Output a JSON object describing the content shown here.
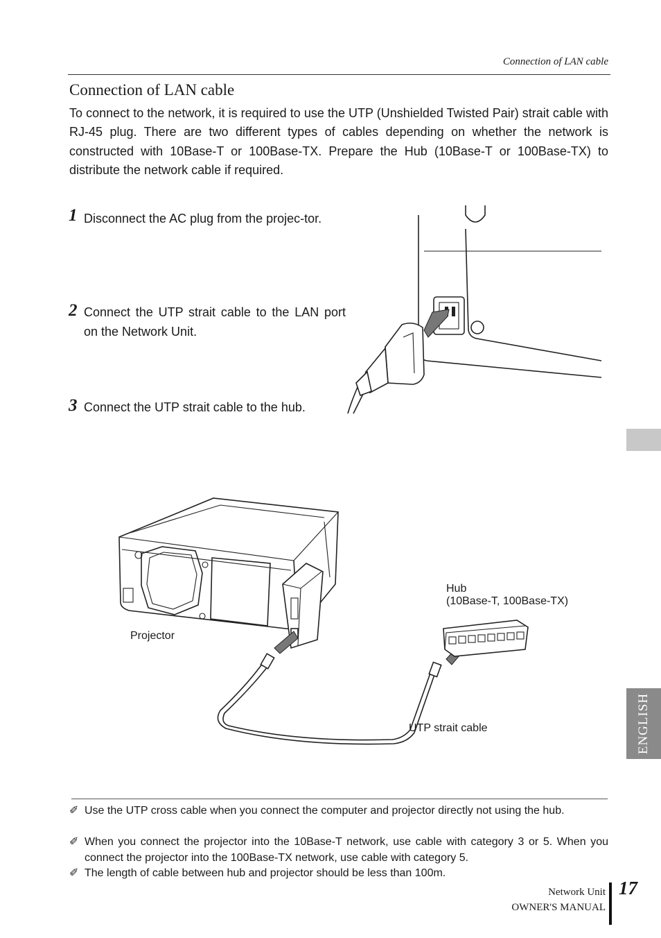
{
  "header": {
    "running_title": "Connection of LAN cable"
  },
  "section": {
    "title": "Connection of LAN cable",
    "intro": "To connect to the network, it is required to use the UTP (Unshielded Twisted Pair) strait cable with RJ-45 plug. There are two different types of cables depending on whether the network is constructed with 10Base-T or 100Base-TX. Prepare the Hub (10Base-T or 100Base-TX) to distribute the network cable if required."
  },
  "steps": [
    {
      "number": "1",
      "text": "Disconnect the AC plug from the projec-tor."
    },
    {
      "number": "2",
      "text": "Connect the UTP strait cable to the LAN port on the Network Unit."
    },
    {
      "number": "3",
      "text": "Connect the UTP strait cable to the hub."
    }
  ],
  "diagram": {
    "hub_label_line1": "Hub",
    "hub_label_line2": "(10Base-T, 100Base-TX)",
    "projector_label": "Projector",
    "cable_label": "UTP strait cable"
  },
  "notes": [
    "Use the UTP cross cable when you connect the computer and projector directly not using the hub.",
    "When you connect the projector into the 10Base-T network, use cable with category 3 or 5. When you connect the projector into the 100Base-TX network, use cable with category 5.",
    "The length of cable between hub and projector should be less than 100m."
  ],
  "side_tab": {
    "language": "ENGLISH"
  },
  "footer": {
    "line1": "Network Unit",
    "line2": "OWNER'S MANUAL",
    "page_number": "17"
  },
  "icons": {
    "note_marker": "pencil-icon"
  }
}
